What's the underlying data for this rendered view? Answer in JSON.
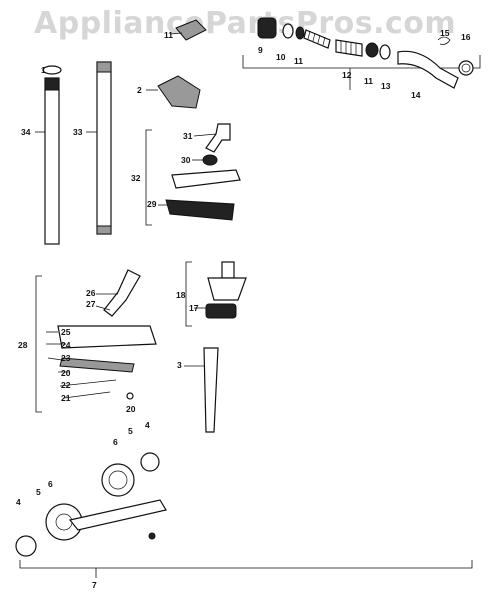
{
  "watermark": "AppliancePartsPros.com",
  "callouts": {
    "p1": "1",
    "p2": "2",
    "p3": "3",
    "p4a": "4",
    "p4b": "4",
    "p5a": "5",
    "p5b": "5",
    "p6a": "6",
    "p6b": "6",
    "p7": "7",
    "p9": "9",
    "p10": "10",
    "p11a": "11",
    "p11b": "11",
    "p11c": "11",
    "p12": "12",
    "p13": "13",
    "p14": "14",
    "p15": "15",
    "p16": "16",
    "p17": "17",
    "p18": "18",
    "p20a": "20",
    "p20b": "20",
    "p21": "21",
    "p22": "22",
    "p23": "23",
    "p24": "24",
    "p25": "25",
    "p26": "26",
    "p27": "27",
    "p28": "28",
    "p29": "29",
    "p30": "30",
    "p31": "31",
    "p32": "32",
    "p33": "33",
    "p34": "34"
  }
}
